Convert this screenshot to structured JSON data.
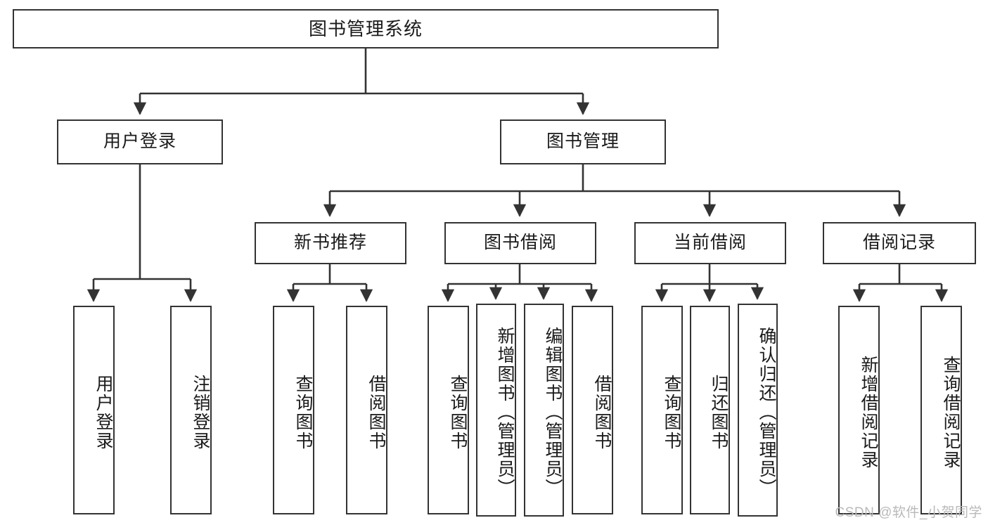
{
  "diagram": {
    "title": "图书管理系统",
    "type": "tree-hierarchy",
    "watermark": "CSDN @软件_小贺同学",
    "colors": {
      "box_border": "#333333",
      "box_fill": "#ffffff",
      "edge": "#333333",
      "text": "#1a1a1a",
      "watermark": "#b9b9b9",
      "background": "#ffffff"
    },
    "root": {
      "id": "root",
      "label": "图书管理系统"
    },
    "level2": [
      {
        "id": "user-login",
        "label": "用户登录"
      },
      {
        "id": "book-manage",
        "label": "图书管理"
      }
    ],
    "level3": [
      {
        "id": "new-book-rec",
        "label": "新书推荐"
      },
      {
        "id": "book-borrow",
        "label": "图书借阅"
      },
      {
        "id": "current-borrow",
        "label": "当前借阅"
      },
      {
        "id": "borrow-record",
        "label": "借阅记录"
      }
    ],
    "leaves": {
      "user_login": [
        {
          "id": "leaf-user-login",
          "label": "用户登录"
        },
        {
          "id": "leaf-logout",
          "label": "注销登录"
        }
      ],
      "new_book_rec": [
        {
          "id": "leaf-query-book-1",
          "label": "查询图书"
        },
        {
          "id": "leaf-borrow-book-1",
          "label": "借阅图书"
        }
      ],
      "book_borrow": [
        {
          "id": "leaf-query-book-2",
          "label": "查询图书"
        },
        {
          "id": "leaf-add-book",
          "label": "新增图书（管理员）"
        },
        {
          "id": "leaf-edit-book",
          "label": "编辑图书（管理员）"
        },
        {
          "id": "leaf-borrow-book-2",
          "label": "借阅图书"
        }
      ],
      "current_borrow": [
        {
          "id": "leaf-query-book-3",
          "label": "查询图书"
        },
        {
          "id": "leaf-return-book",
          "label": "归还图书"
        },
        {
          "id": "leaf-confirm-return",
          "label": "确认归还（管理员）"
        }
      ],
      "borrow_record": [
        {
          "id": "leaf-add-record",
          "label": "新增借阅记录"
        },
        {
          "id": "leaf-query-record",
          "label": "查询借阅记录"
        }
      ]
    }
  }
}
